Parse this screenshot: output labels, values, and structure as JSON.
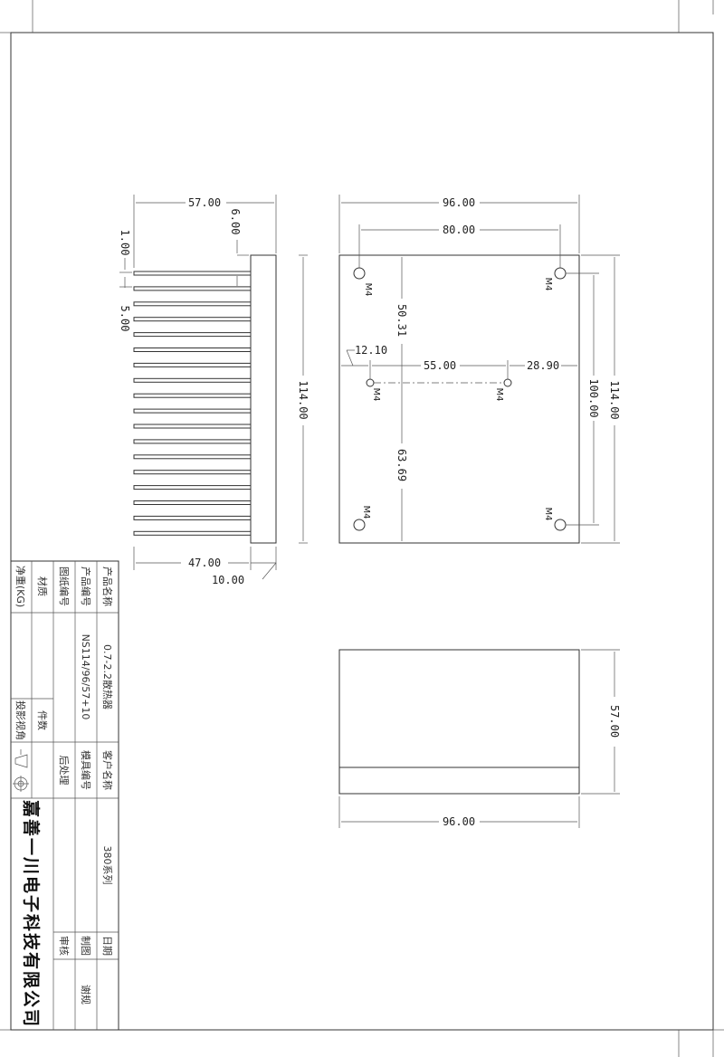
{
  "dimensions": {
    "side_width": "57.00",
    "base_offset": "6.00",
    "fin_thickness": "1.00",
    "fin_pitch": "5.00",
    "side_height": "114.00",
    "fin_length": "47.00",
    "base_thickness": "10.00",
    "top_width": "96.00",
    "hole_spacing": "80.00",
    "top_hole_offset": "50.31",
    "left_offset": "12.10",
    "center_spacing": "55.00",
    "right_offset": "28.90",
    "lower_offset": "63.69",
    "hole_vertical": "100.00",
    "top_height": "114.00",
    "bottom_height": "57.00",
    "bottom_width": "96.00"
  },
  "hole_label": "M4",
  "title_block": {
    "product_name_label": "产品名称",
    "product_name": "0.7-2.2散热器",
    "product_no_label": "产品编号",
    "product_no": "NS114/96/57+10",
    "drawing_no_label": "图纸编号",
    "material_label": "材质",
    "net_weight_label": "净重(KG)",
    "quantity_label": "件数",
    "projection_label": "投影视角",
    "customer_label": "客户名称",
    "customer": "380系列",
    "mold_no_label": "模具编号",
    "post_process_label": "后处理",
    "date_label": "日期",
    "drawn_label": "制图",
    "drawn_by": "谢规",
    "review_label": "审核",
    "company": "嘉善一川电子科技有限公司"
  }
}
